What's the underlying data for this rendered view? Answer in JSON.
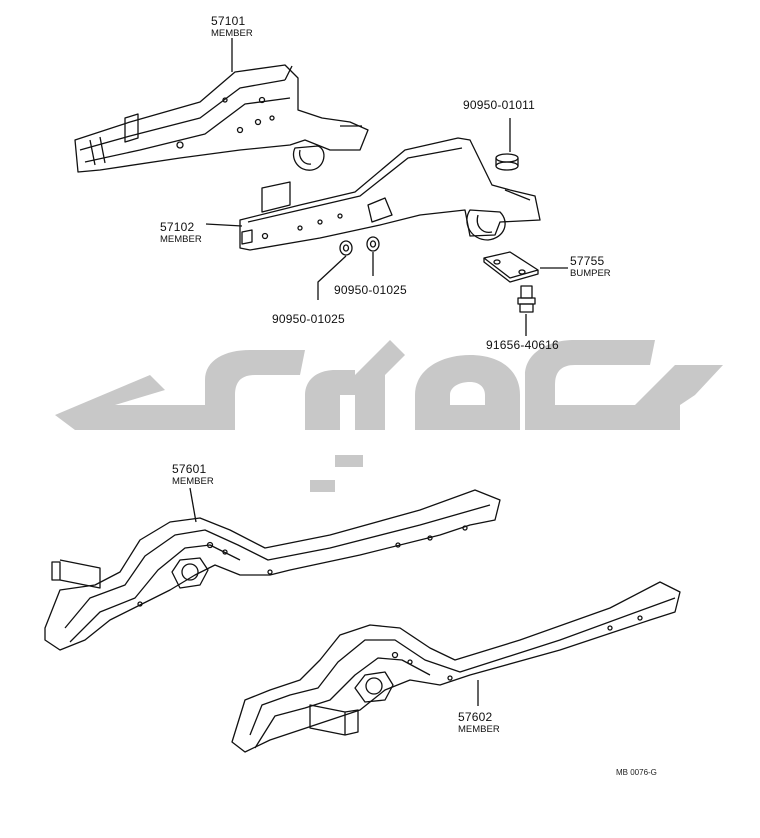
{
  "parts": [
    {
      "number": "57101",
      "name": "MEMBER"
    },
    {
      "number": "57102",
      "name": "MEMBER"
    },
    {
      "number": "90950-01011",
      "name": ""
    },
    {
      "number": "57755",
      "name": "BUMPER"
    },
    {
      "number": "90950-01025",
      "name": ""
    },
    {
      "number": "90950-01025",
      "name": ""
    },
    {
      "number": "91656-40616",
      "name": ""
    },
    {
      "number": "57601",
      "name": "MEMBER"
    },
    {
      "number": "57602",
      "name": "MEMBER"
    }
  ],
  "diagram_code": "MB 0076-G",
  "colors": {
    "line": "#111111",
    "watermark": "#c8c8c8",
    "background": "#ffffff"
  }
}
